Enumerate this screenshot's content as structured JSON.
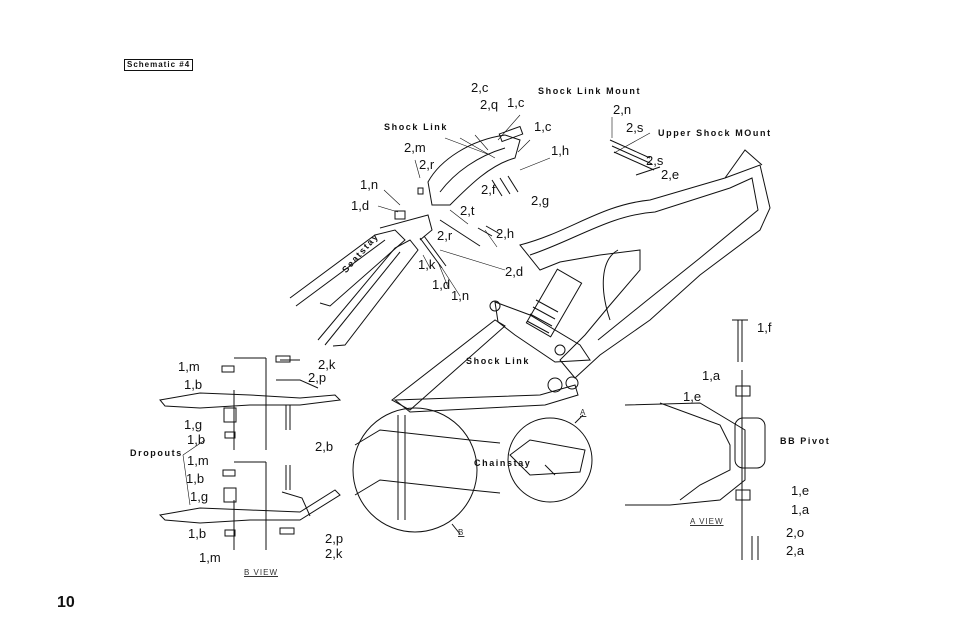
{
  "page": {
    "number": "10",
    "schematic_tag": "Schematic #4"
  },
  "callouts": {
    "shock_link_mount": "Shock Link Mount",
    "shock_link_top": "Shock Link",
    "upper_shock_mount": "Upper Shock MOunt",
    "seatstay": "Seatstay",
    "shock_link_mid": "Shock Link",
    "dropouts": "Dropouts",
    "chainstay": "Chainstay",
    "bb_pivot": "BB Pivot",
    "a_view": "A  VIEW",
    "b_view": "B  VIEW",
    "marker_a": "A",
    "marker_b": "B"
  },
  "parts": [
    "2,c",
    "2,q",
    "1,c",
    "1,c",
    "1,h",
    "2,n",
    "2,s",
    "2,s",
    "2,e",
    "2,m",
    "2,r",
    "1,n",
    "1,d",
    "2,f",
    "2,g",
    "2,t",
    "2,r",
    "2,h",
    "1,k",
    "2,d",
    "1,d",
    "1,n",
    "1,m",
    "2,k",
    "1,b",
    "2,p",
    "1,g",
    "1,b",
    "2,b",
    "1,m",
    "1,b",
    "1,g",
    "1,b",
    "2,p",
    "1,m",
    "2,k",
    "1,f",
    "1,a",
    "1,e",
    "1,e",
    "1,a",
    "2,o",
    "2,a"
  ]
}
